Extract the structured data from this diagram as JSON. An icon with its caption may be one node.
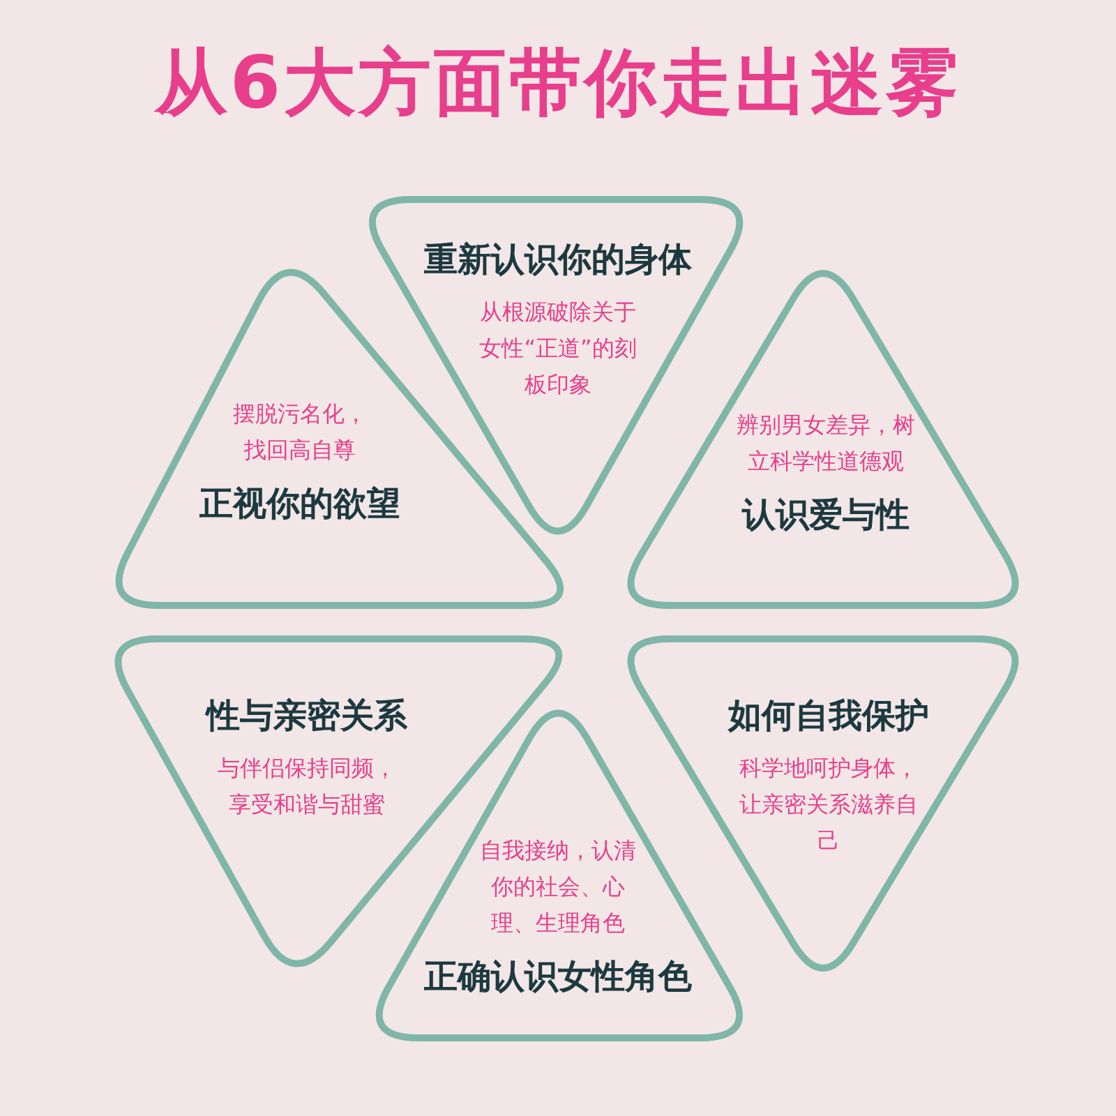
{
  "diagram": {
    "title": "从6大方面带你走出迷雾",
    "nodes": [
      {
        "text": [
          "摆脱污名化，找回高自尊",
          "正视你的欲望"
        ]
      },
      {
        "text": [
          "重新认识你的身体",
          "从根源破除关于女性“正道”的刻板印象"
        ]
      },
      {
        "text": [
          "辨别男女差异，树立科学性道德观",
          "认识爱与性"
        ]
      },
      {
        "text": [
          "性与亲密关系",
          "与伴侣保持同频，享受和谐与甜蜜"
        ]
      },
      {
        "text": [
          "自我接纳，认清你的社会、心理、生理角色",
          "正确认识女性角色"
        ]
      },
      {
        "text": [
          "如何自我保护",
          "科学地呵护身体，让亲密关系滋养自己"
        ]
      }
    ]
  }
}
